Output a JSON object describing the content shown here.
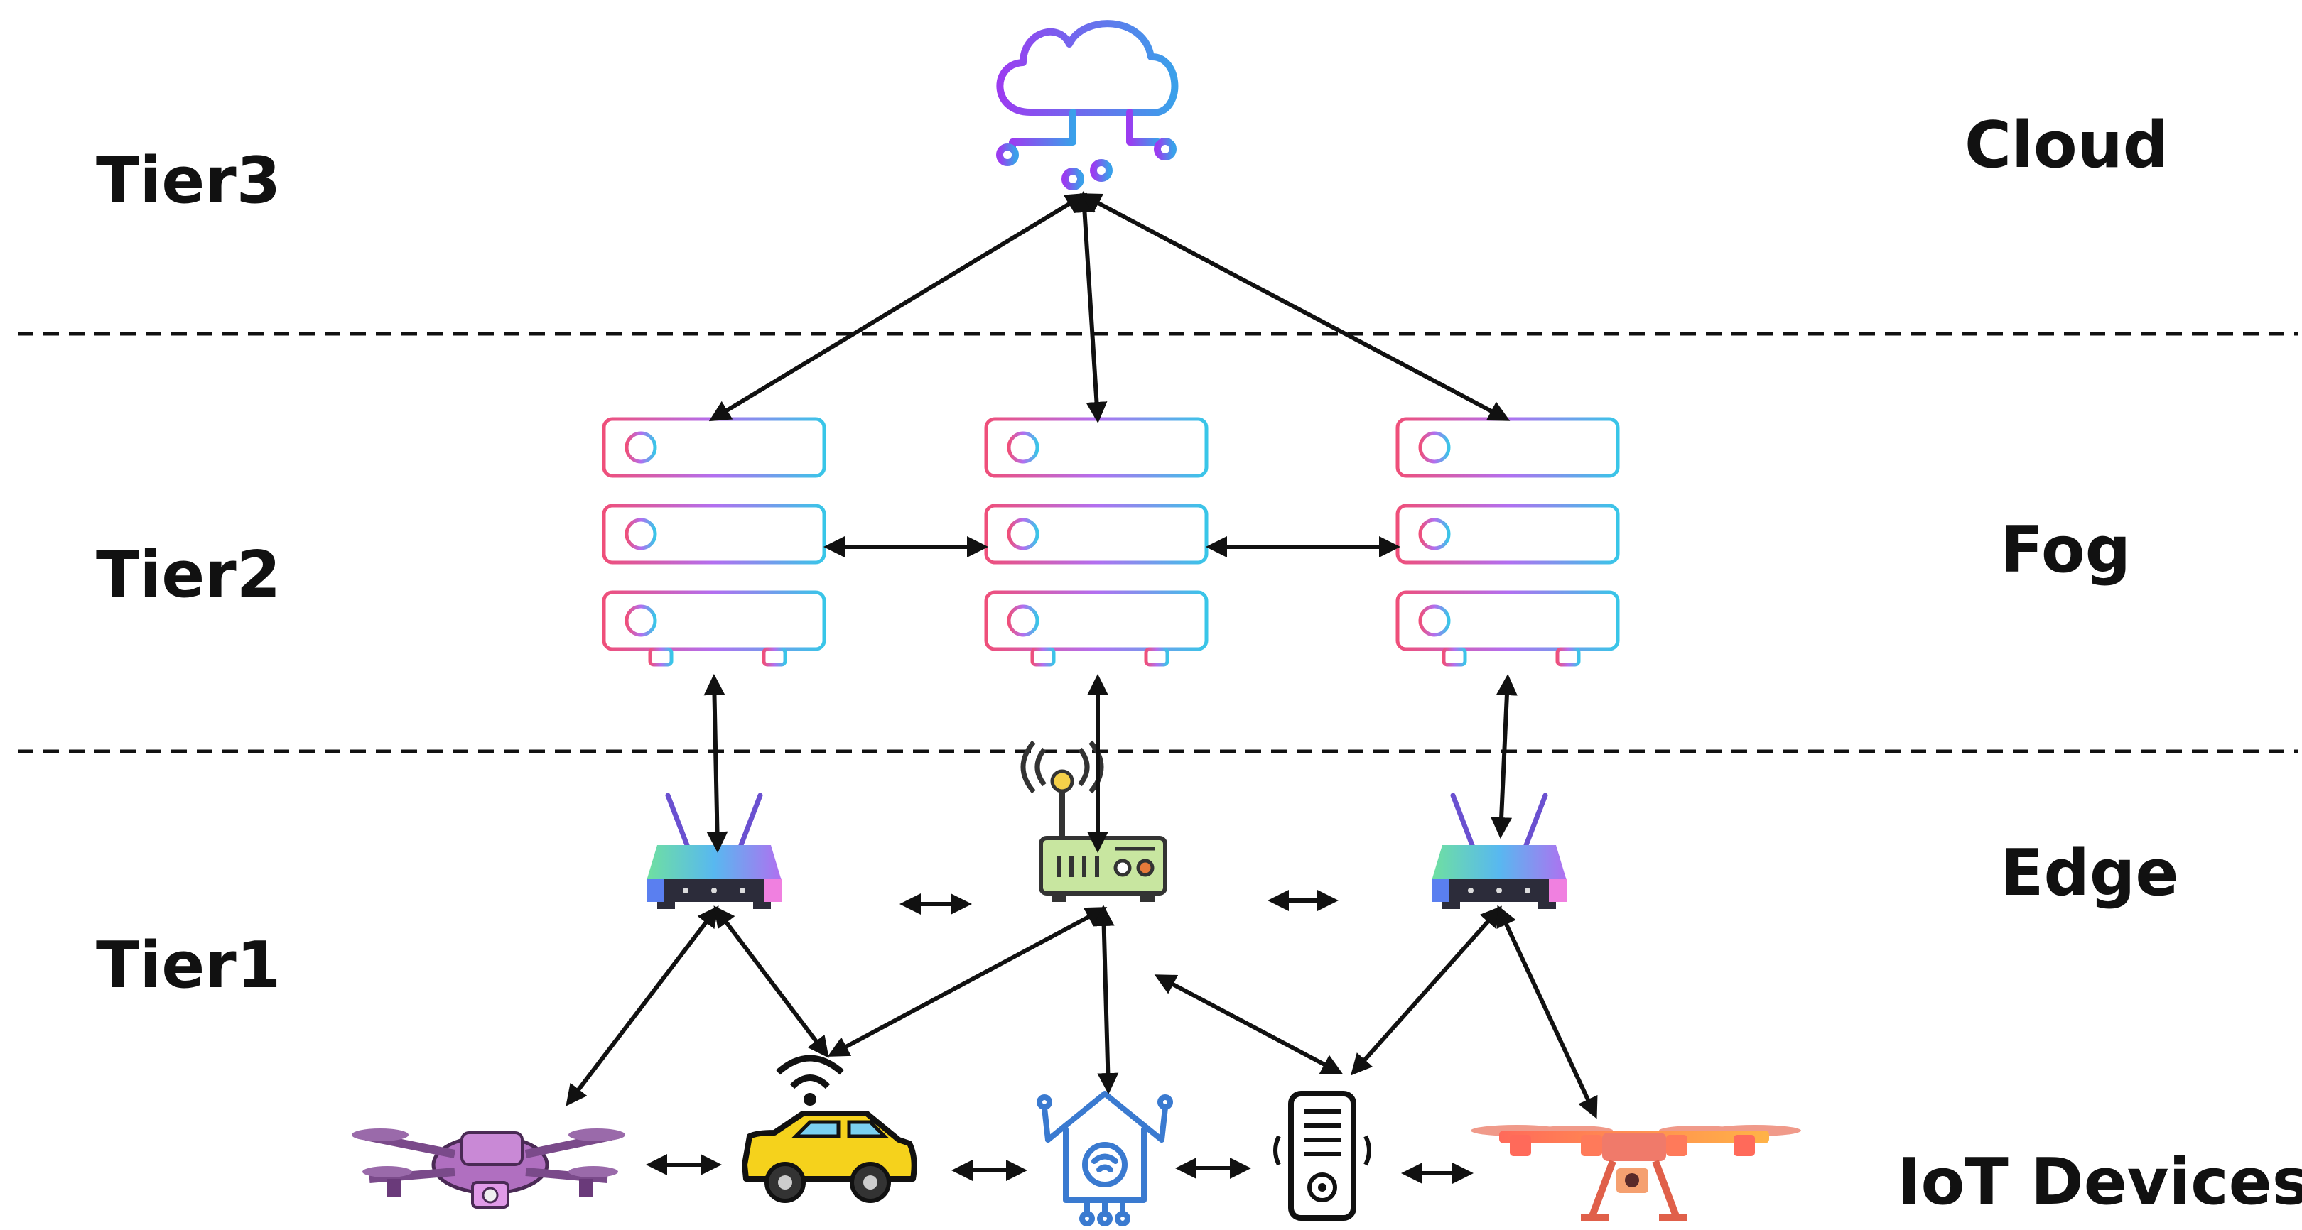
{
  "tiers": {
    "tier3": "Tier3",
    "tier2": "Tier2",
    "tier1": "Tier1"
  },
  "layers": {
    "cloud": "Cloud",
    "fog": "Fog",
    "edge": "Edge",
    "iot": "IoT Devices"
  },
  "icons": {
    "cloud": "cloud-network-icon",
    "fog_servers": [
      "server-rack-icon",
      "server-rack-icon",
      "server-rack-icon"
    ],
    "edge_devices": [
      "wifi-router-icon",
      "antenna-router-icon",
      "wifi-router-icon"
    ],
    "iot_devices": [
      "camera-drone-icon",
      "connected-car-icon",
      "smart-home-icon",
      "remote-control-icon",
      "quadcopter-drone-icon"
    ]
  },
  "colors": {
    "line": "#111111",
    "gradient_pink": "#ef4f7a",
    "gradient_purple": "#b26ff0",
    "gradient_cyan": "#38c6e8",
    "cloud_purple": "#9b3cf0",
    "cloud_blue": "#3aa0ea"
  }
}
